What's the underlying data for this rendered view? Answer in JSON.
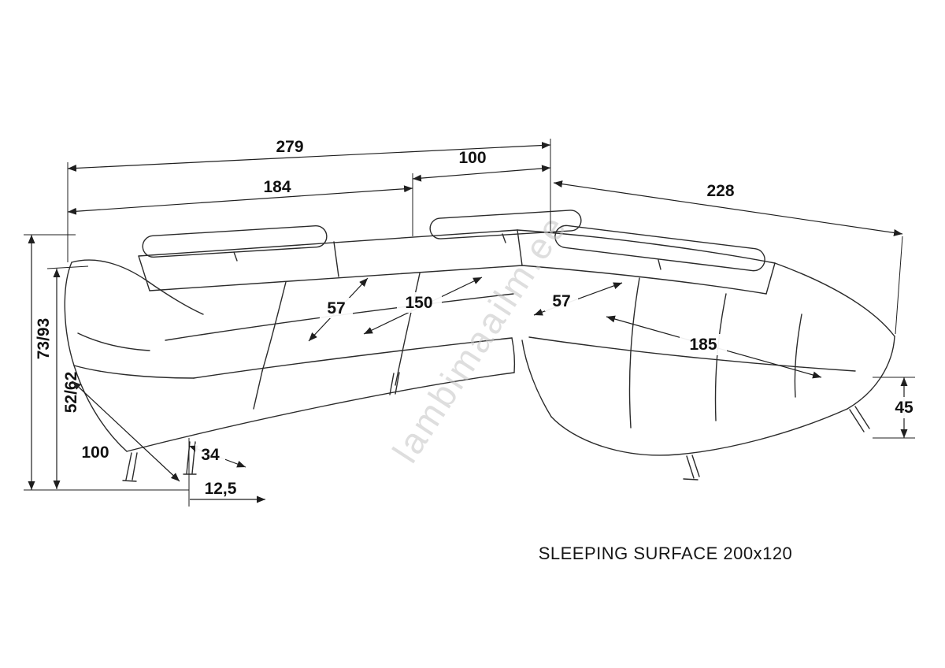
{
  "diagram": {
    "caption": "SLEEPING SURFACE 200x120",
    "watermark": "lambimaailm.ee",
    "colors": {
      "line": "#2b2b2b",
      "dimension": "#1f1f1f",
      "watermark": "#c4c4c4"
    },
    "dims": {
      "total_width": "279",
      "corner_width": "100",
      "seat_width": "184",
      "chaise_total": "228",
      "back_height": "73/93",
      "arm_height": "52/62",
      "seat_depth_left": "57",
      "seat_length": "150",
      "seat_depth_corner": "57",
      "chaise_length": "185",
      "side_depth": "100",
      "leg_height": "45",
      "leg_offset": "34",
      "leg_offset_small": "12,5"
    }
  }
}
